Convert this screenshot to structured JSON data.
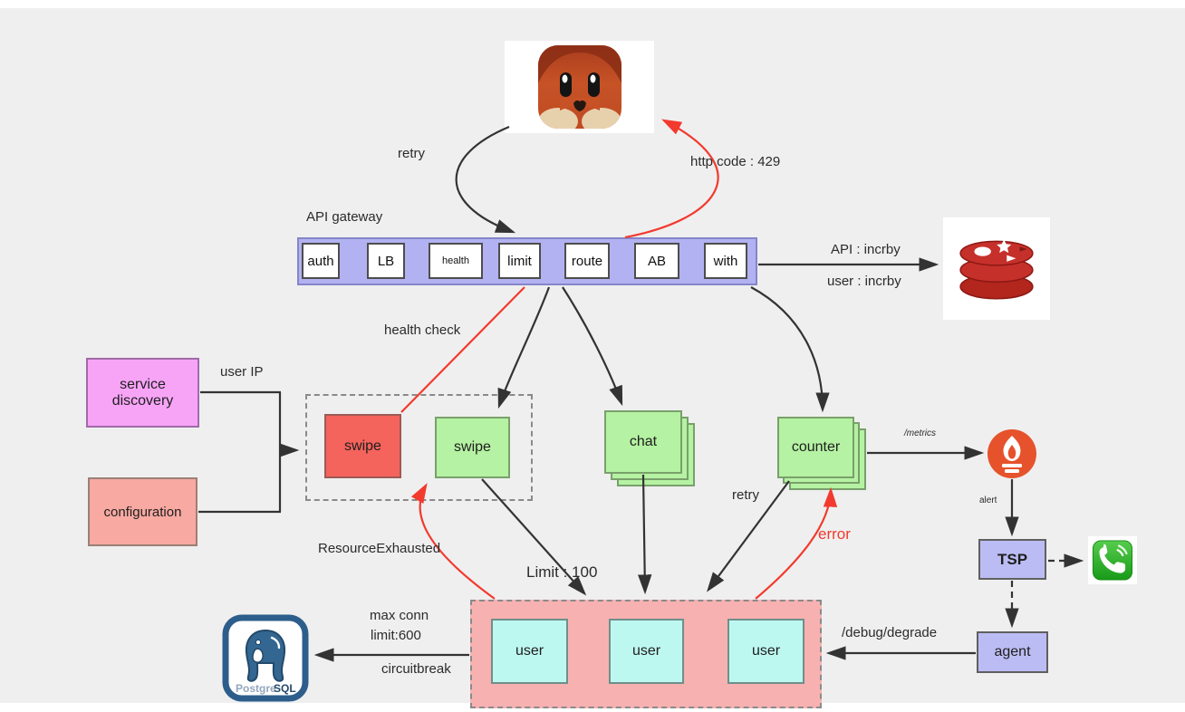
{
  "gateway": {
    "label": "API gateway",
    "modules": [
      "auth",
      "LB",
      "health",
      "limit",
      "route",
      "AB",
      "with"
    ]
  },
  "nodes": {
    "service_discovery": "service discovery",
    "configuration": "configuration",
    "swipe_unhealthy": "swipe",
    "swipe_healthy": "swipe",
    "chat": "chat",
    "counter": "counter",
    "tsp": "TSP",
    "agent": "agent",
    "user_1": "user",
    "user_2": "user",
    "user_3": "user",
    "postgres_text_part1": "Postgre",
    "postgres_text_part2": "SQL"
  },
  "edge_labels": {
    "retry_client": "retry",
    "http_code_429": "http code : 429",
    "api_incrby": "API : incrby",
    "user_incrby": "user : incrby",
    "user_ip": "user IP",
    "health_check": "health check",
    "metrics": "/metrics",
    "alert": "alert",
    "retry_counter": "retry",
    "error": "error",
    "resource_exhausted": "ResourceExhausted",
    "limit_100": "Limit : 100",
    "max_conn": "max conn",
    "limit_600": "limit:600",
    "circuitbreak": "circuitbreak",
    "debug_degrade": "/debug/degrade"
  },
  "icons": {
    "client": "fox-mascot-icon",
    "cache": "redis-logo-icon",
    "monitoring": "prometheus-icon",
    "alerting_call": "phone-icon",
    "database": "postgresql-logo-icon"
  },
  "colors": {
    "background": "#efefef",
    "line_black": "#333333",
    "line_red": "#f23a2e",
    "gateway_fill": "#b2b2f2",
    "green_fill": "#b5f2a3",
    "red_fill": "#f4635c",
    "cyan_fill": "#bdf8f0",
    "pink_fill": "#f7b1b1",
    "magenta_fill": "#f7a4f7",
    "salmon_fill": "#f7a9a2",
    "purple_fill": "#bcbcf4",
    "prometheus_orange": "#e6522c",
    "redis_red": "#c6302b",
    "postgres_blue": "#2d5e8b",
    "phone_green": "#2fb12c"
  }
}
